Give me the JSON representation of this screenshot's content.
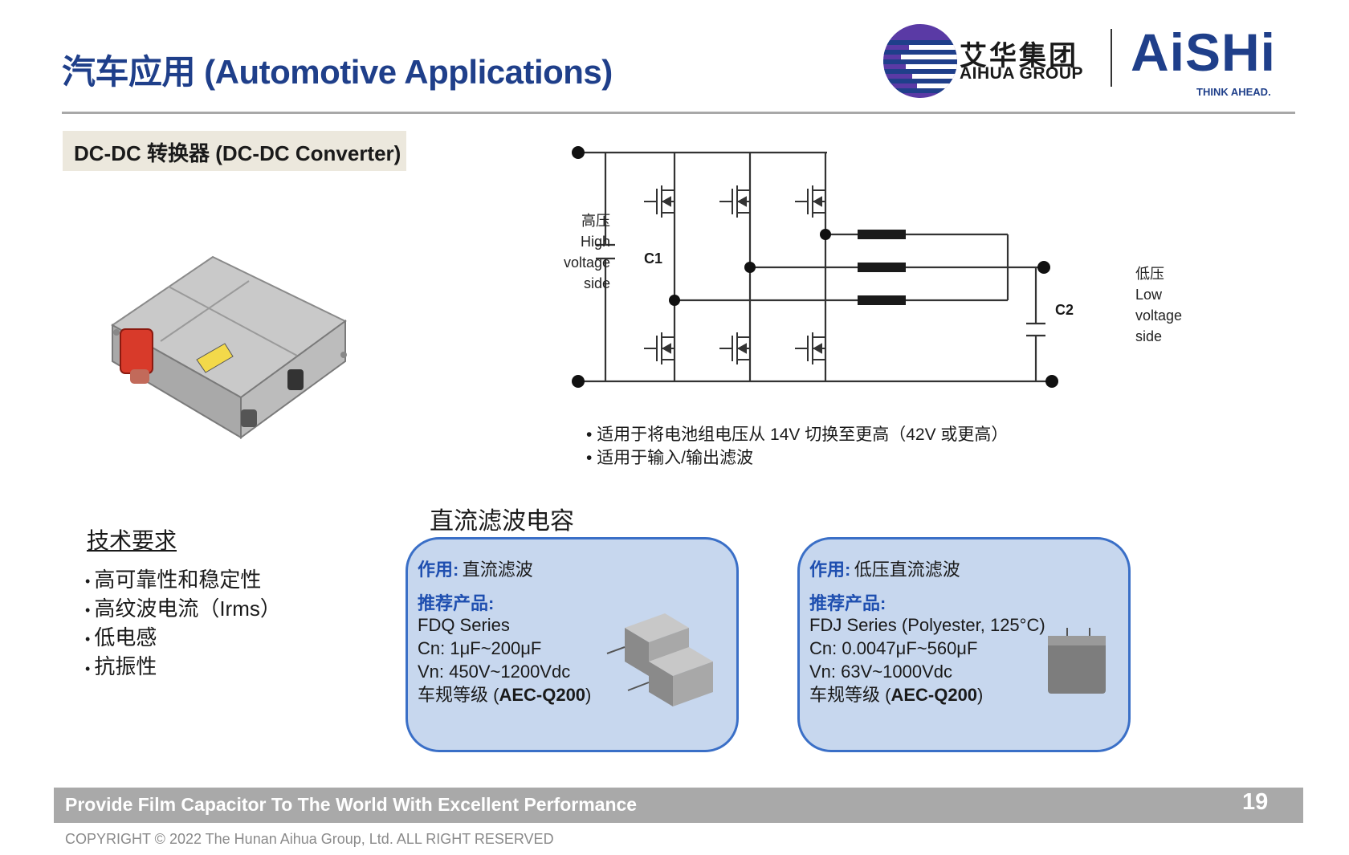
{
  "header": {
    "title": "汽车应用 (Automotive Applications)",
    "logo": {
      "aihua_cn": "艾华集团",
      "aihua_en": "AIHUA GROUP",
      "aishi": "AiSHi",
      "tagline": "THINK AHEAD."
    }
  },
  "section": {
    "subtitle": "DC-DC 转换器 (DC-DC Converter)"
  },
  "circuit": {
    "high_side": [
      "高压",
      "High",
      "voltage",
      "side"
    ],
    "low_side": [
      "低压",
      "Low",
      "voltage",
      "side"
    ],
    "c1": "C1",
    "c2": "C2"
  },
  "bullets_top": [
    "适用于将电池组电压从 14V 切换至更高（42V 或更高）",
    "适用于输入/输出滤波"
  ],
  "requirements": {
    "heading": "技术要求",
    "items": [
      "高可靠性和稳定性",
      "高纹波电流（Irms）",
      "低电感",
      "抗振性"
    ]
  },
  "dc_filter": {
    "heading": "直流滤波电容",
    "cards": [
      {
        "role_label": "作用:",
        "role_value": "直流滤波",
        "rec_label": "推荐产品:",
        "series": "FDQ Series",
        "cn": "Cn:  1μF~200μF",
        "vn": "Vn:  450V~1200Vdc",
        "grade_prefix": "车规等级 (",
        "grade_bold": "AEC-Q200",
        "grade_suffix": ")"
      },
      {
        "role_label": "作用:",
        "role_value": "低压直流滤波",
        "rec_label": "推荐产品:",
        "series": "FDJ Series   (Polyester, 125°C)",
        "cn": "Cn:  0.0047μF~560μF",
        "vn": "Vn:  63V~1000Vdc",
        "grade_prefix": "车规等级 (",
        "grade_bold": "AEC-Q200",
        "grade_suffix": ")"
      }
    ]
  },
  "footer": {
    "slogan": "Provide Film Capacitor To The World With Excellent Performance",
    "page": "19",
    "copyright": "COPYRIGHT © 2022 The Hunan Aihua Group, Ltd. ALL RIGHT RESERVED"
  },
  "colors": {
    "brand_blue": "#1f3f8a",
    "card_fill": "#c7d7ee",
    "card_border": "#3a6fc7",
    "footer_bar": "#a9a9a9"
  }
}
